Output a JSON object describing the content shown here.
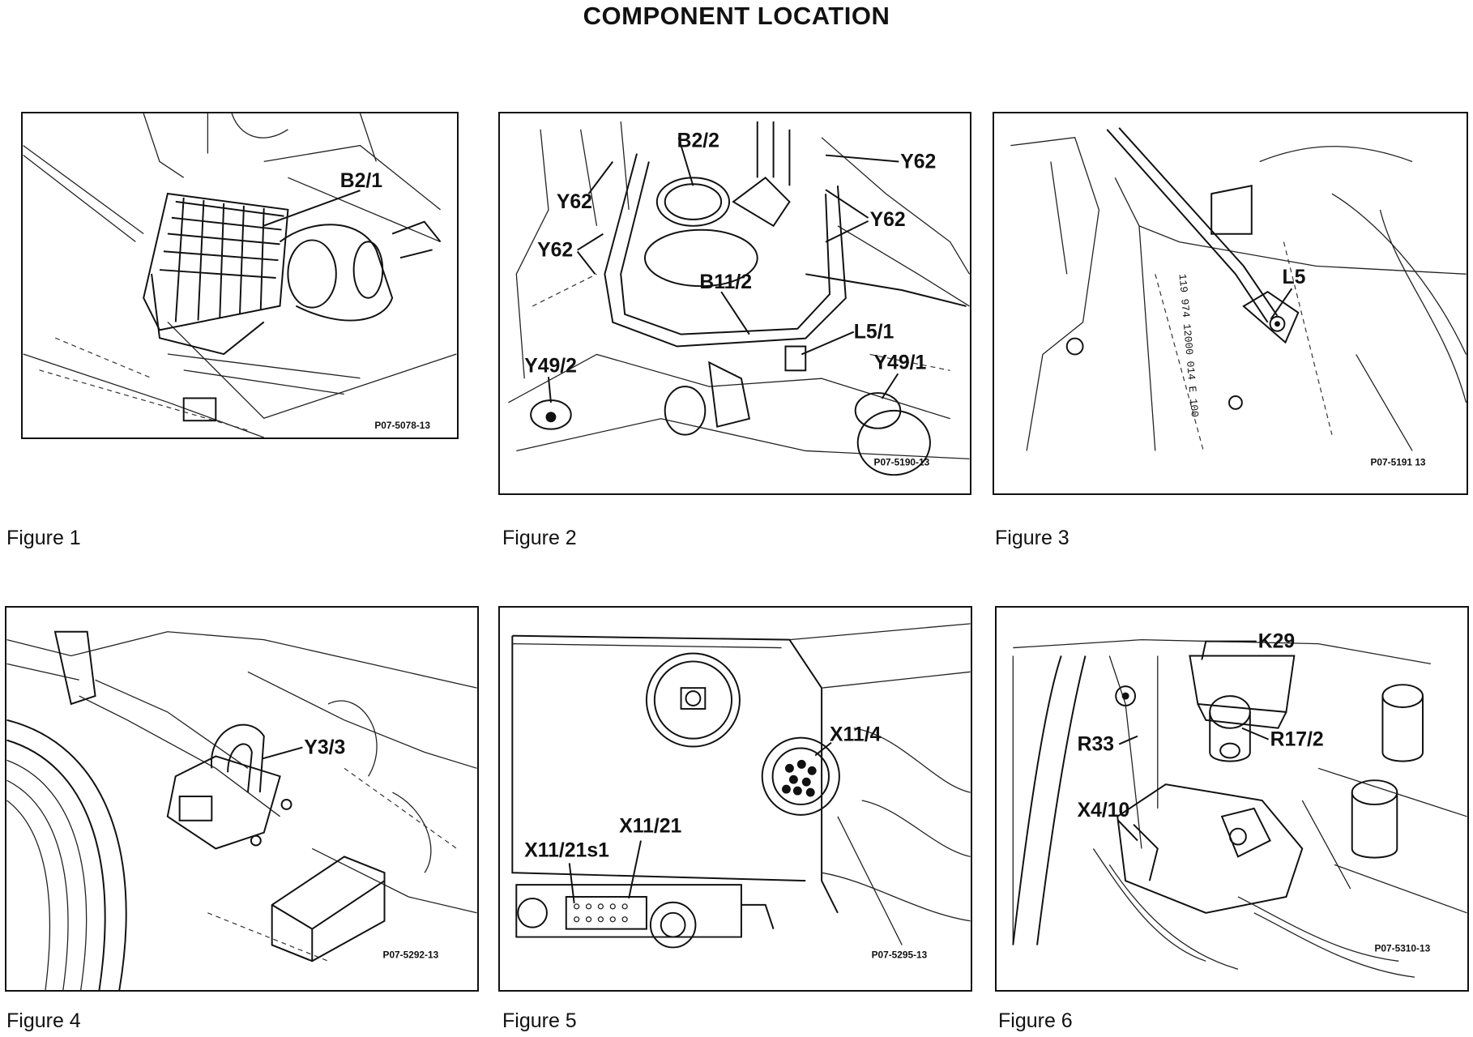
{
  "page": {
    "title": "COMPONENT LOCATION"
  },
  "figures": [
    {
      "caption": "Figure 1",
      "ref": "P07-5078-13",
      "labels": [
        "B2/1"
      ]
    },
    {
      "caption": "Figure 2",
      "ref": "P07-5190-13",
      "labels": [
        "B2/2",
        "Y62",
        "Y62",
        "Y62",
        "Y62",
        "B11/2",
        "L5/1",
        "Y49/2",
        "Y49/1"
      ]
    },
    {
      "caption": "Figure 3",
      "ref": "P07-5191 13",
      "labels": [
        "L5"
      ]
    },
    {
      "caption": "Figure 4",
      "ref": "P07-5292-13",
      "labels": [
        "Y3/3"
      ]
    },
    {
      "caption": "Figure 5",
      "ref": "P07-5295-13",
      "labels": [
        "X11/4",
        "X11/21",
        "X11/21s1"
      ]
    },
    {
      "caption": "Figure 6",
      "ref": "P07-5310-13",
      "labels": [
        "K29",
        "R33",
        "R17/2",
        "X4/10"
      ]
    }
  ]
}
